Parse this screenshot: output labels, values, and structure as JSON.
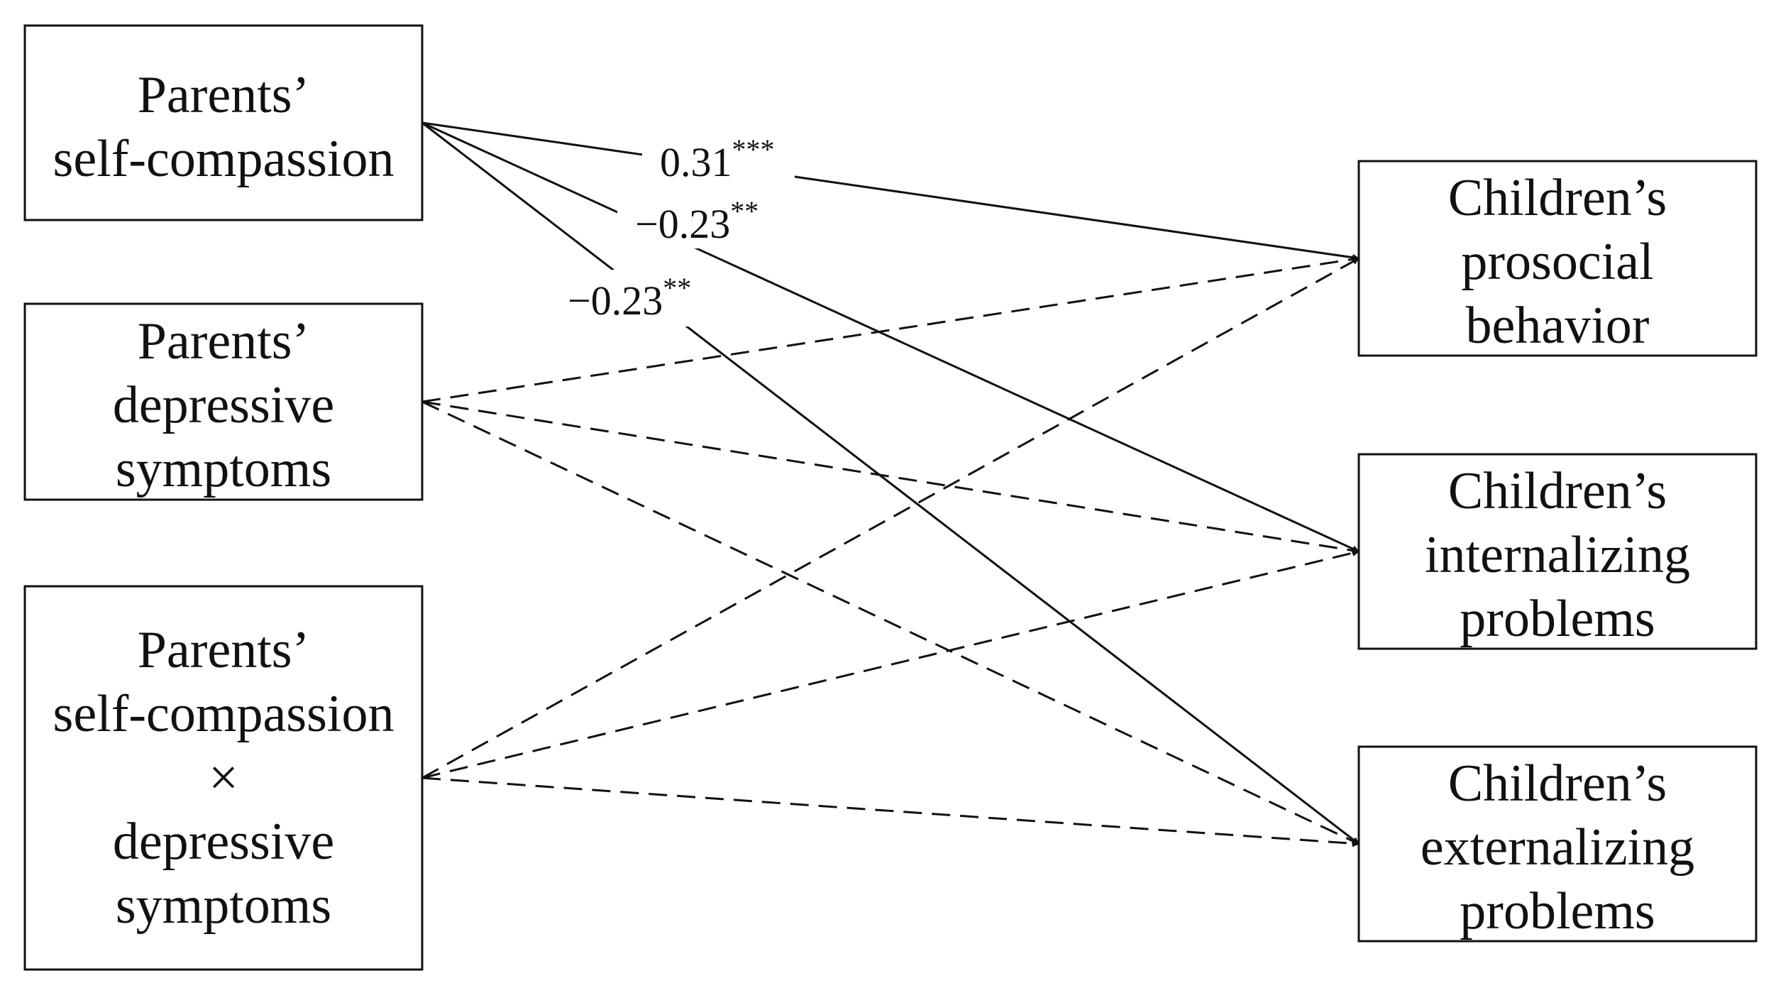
{
  "predictors": [
    {
      "id": "self-compassion",
      "lines": [
        "Parents’",
        "self-compassion"
      ]
    },
    {
      "id": "depressive-symptoms",
      "lines": [
        "Parents’",
        "depressive",
        "symptoms"
      ]
    },
    {
      "id": "interaction",
      "lines": [
        "Parents’",
        "self-compassion",
        "×",
        "depressive",
        "symptoms"
      ]
    }
  ],
  "outcomes": [
    {
      "id": "prosocial",
      "lines": [
        "Children’s",
        "prosocial",
        "behavior"
      ]
    },
    {
      "id": "internalizing",
      "lines": [
        "Children’s",
        "internalizing",
        "problems"
      ]
    },
    {
      "id": "externalizing",
      "lines": [
        "Children’s",
        "externalizing",
        "problems"
      ]
    }
  ],
  "paths": [
    {
      "from": "self-compassion",
      "to": "prosocial",
      "style": "solid",
      "coef": "0.31",
      "sig": "***"
    },
    {
      "from": "self-compassion",
      "to": "internalizing",
      "style": "solid",
      "coef": "−0.23",
      "sig": "**"
    },
    {
      "from": "self-compassion",
      "to": "externalizing",
      "style": "solid",
      "coef": "−0.23",
      "sig": "**"
    },
    {
      "from": "depressive-symptoms",
      "to": "prosocial",
      "style": "dashed"
    },
    {
      "from": "depressive-symptoms",
      "to": "internalizing",
      "style": "dashed"
    },
    {
      "from": "depressive-symptoms",
      "to": "externalizing",
      "style": "dashed"
    },
    {
      "from": "interaction",
      "to": "prosocial",
      "style": "dashed"
    },
    {
      "from": "interaction",
      "to": "internalizing",
      "style": "dashed"
    },
    {
      "from": "interaction",
      "to": "externalizing",
      "style": "dashed"
    }
  ]
}
